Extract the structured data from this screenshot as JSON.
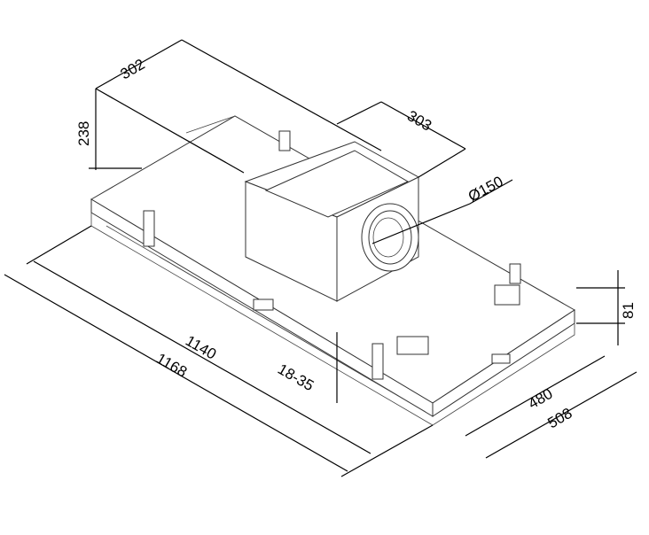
{
  "title": "Cooker hood dimension drawing",
  "dimensions": {
    "depth_top": "302",
    "height_top": "238",
    "motor_width": "303",
    "outlet_diameter": "Ø150",
    "body_height": "81",
    "inner_depth": "480",
    "outer_depth": "508",
    "inner_width": "1140",
    "outer_width": "1168",
    "adjustable": "18-35"
  },
  "colors": {
    "line": "#000000",
    "body": "#333333"
  }
}
